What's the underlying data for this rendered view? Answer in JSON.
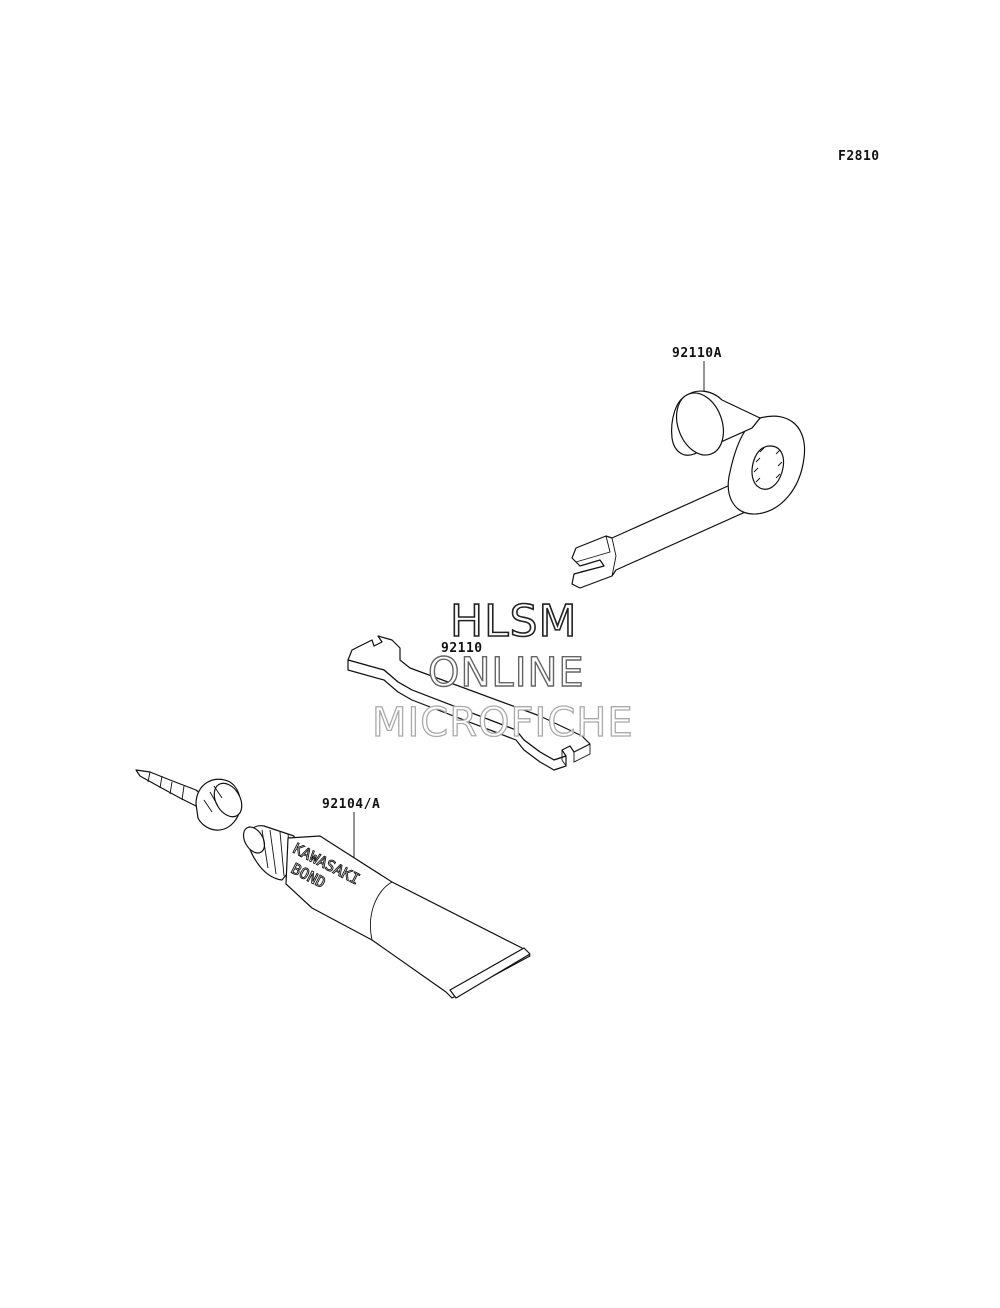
{
  "figure_code": "F2810",
  "parts": [
    {
      "id": "part-92110A",
      "label": "92110A"
    },
    {
      "id": "part-92110",
      "label": "92110"
    },
    {
      "id": "part-92104A",
      "label": "92104/A"
    }
  ],
  "tube_text": {
    "line1": "KAWASAKI",
    "line2": "BOND"
  },
  "watermark": {
    "line1": "HLSM",
    "line2": "ONLINE",
    "line3": "MICROFICHE"
  }
}
